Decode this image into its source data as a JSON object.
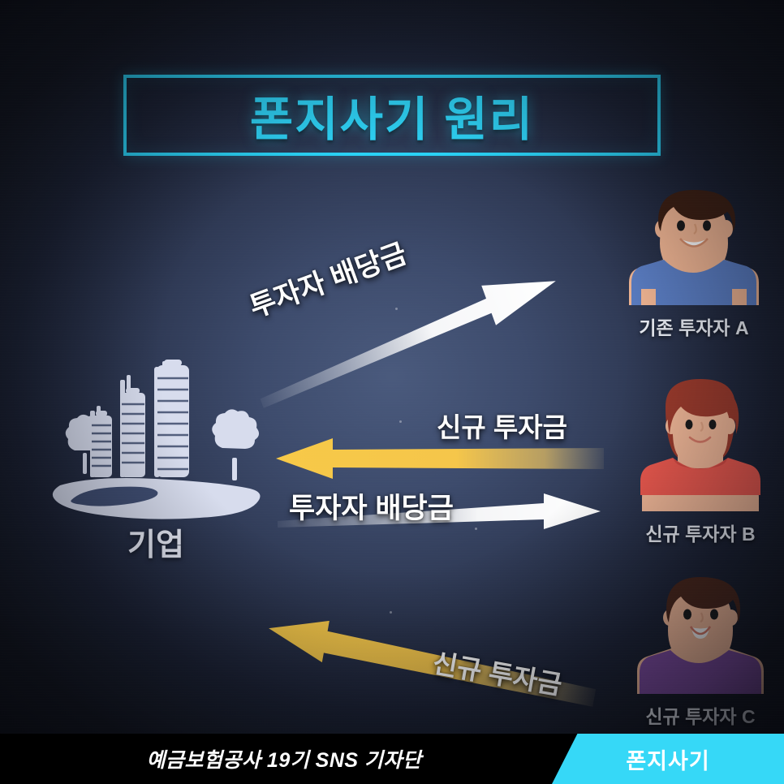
{
  "title": "폰지사기 원리",
  "colors": {
    "accent_cyan": "#2ed4f7",
    "arrow_white": "#ffffff",
    "arrow_yellow": "#f7c948",
    "background_center": "#4a5a7d",
    "background_edge": "#13151f",
    "footer_tab": "#36d8f7"
  },
  "company": {
    "label": "기업",
    "icon": "city-buildings-icon"
  },
  "people": [
    {
      "id": "a",
      "label": "기존 투자자 A",
      "hair": "#3d1f12",
      "shirt": "#5b7ec4",
      "skin": "#f3b794",
      "icon": "person-avatar-icon"
    },
    {
      "id": "b",
      "label": "신규 투자자 B",
      "hair": "#9e3b2c",
      "shirt": "#f05a4f",
      "skin": "#f6bb9a",
      "icon": "person-avatar-icon"
    },
    {
      "id": "c",
      "label": "신규 투자자 C",
      "hair": "#4a261a",
      "shirt": "#7e4ba0",
      "skin": "#f6bb9a",
      "icon": "person-avatar-icon"
    }
  ],
  "flows": [
    {
      "id": "dividend-a",
      "label": "투자자 배당금",
      "color": "white",
      "direction": "company-to-investor",
      "from": "기업",
      "to": "기존 투자자 A"
    },
    {
      "id": "newfunds-b",
      "label": "신규 투자금",
      "color": "yellow",
      "direction": "investor-to-company",
      "from": "신규 투자자 B",
      "to": "기업"
    },
    {
      "id": "dividend-b",
      "label": "투자자 배당금",
      "color": "white",
      "direction": "company-to-investor",
      "from": "기업",
      "to": "신규 투자자 B"
    },
    {
      "id": "newfunds-c",
      "label": "신규 투자금",
      "color": "yellow",
      "direction": "investor-to-company",
      "from": "신규 투자자 C",
      "to": "기업"
    }
  ],
  "footer": {
    "credit": "예금보험공사 19기  SNS 기자단",
    "tab_label": "폰지사기"
  }
}
